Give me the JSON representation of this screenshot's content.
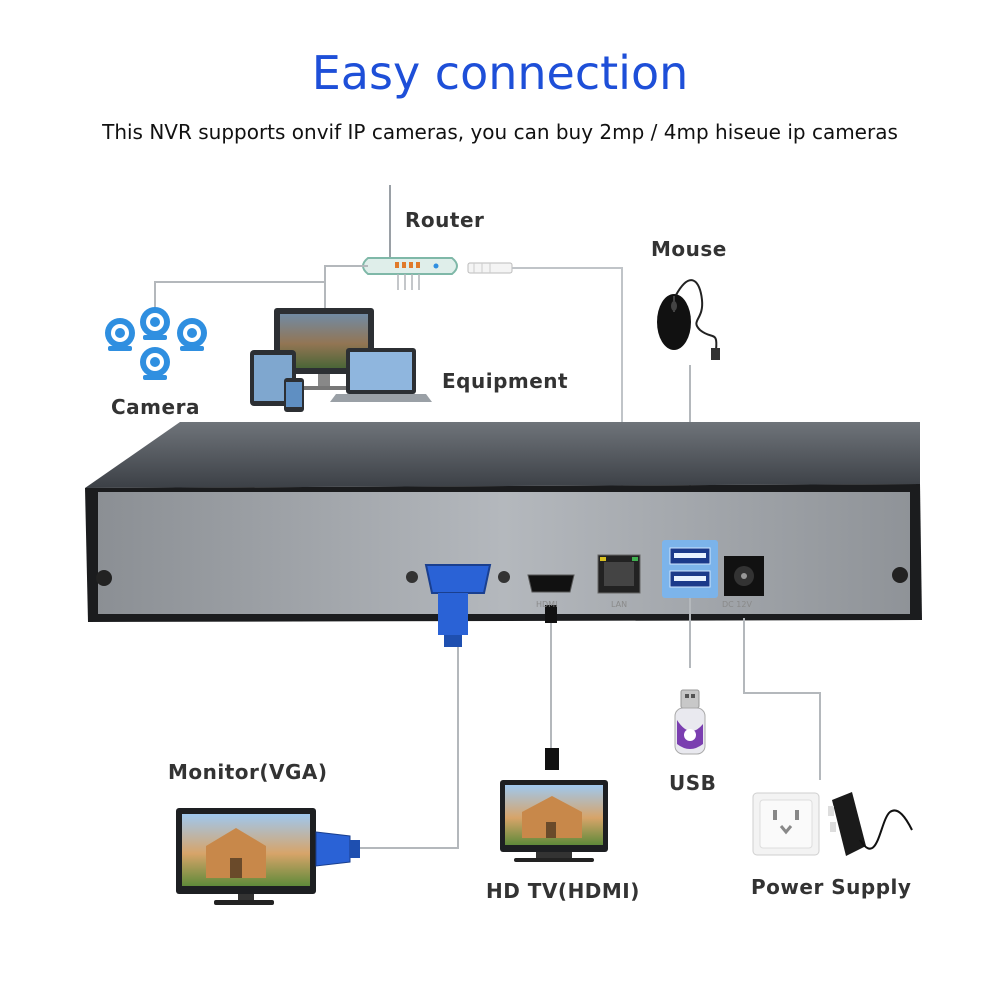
{
  "header": {
    "title": "Easy connection",
    "subtitle": "This NVR supports onvif IP cameras, you can buy 2mp / 4mp hiseue ip cameras"
  },
  "labels": {
    "router": "Router",
    "mouse": "Mouse",
    "camera": "Camera",
    "equipment": "Equipment",
    "monitor": "Monitor(VGA)",
    "hdtv": "HD TV(HDMI)",
    "usb": "USB",
    "power": "Power Supply"
  },
  "ports": {
    "hdmi": "HDMI",
    "lan": "LAN",
    "dc": "DC 12V"
  },
  "colors": {
    "title": "#1e4fd8",
    "accent_blue": "#2f8fe0",
    "connector_blue": "#2a62d6"
  }
}
